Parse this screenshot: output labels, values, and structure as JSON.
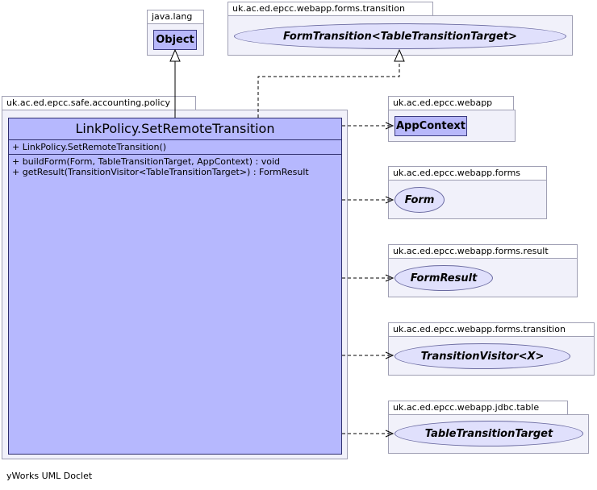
{
  "packages": {
    "java_lang": "java.lang",
    "transition_top": "uk.ac.ed.epcc.webapp.forms.transition",
    "policy": "uk.ac.ed.epcc.safe.accounting.policy",
    "webapp": "uk.ac.ed.epcc.webapp",
    "forms": "uk.ac.ed.epcc.webapp.forms",
    "result": "uk.ac.ed.epcc.webapp.forms.result",
    "transition": "uk.ac.ed.epcc.webapp.forms.transition",
    "jdbc_table": "uk.ac.ed.epcc.webapp.jdbc.table"
  },
  "classes": {
    "object": "Object",
    "form_transition": "FormTransition<TableTransitionTarget>",
    "app_context": "AppContext",
    "form": "Form",
    "form_result": "FormResult",
    "transition_visitor": "TransitionVisitor<X>",
    "table_transition_target": "TableTransitionTarget"
  },
  "main_class": {
    "name": "LinkPolicy.SetRemoteTransition",
    "constructors": [
      "+  LinkPolicy.SetRemoteTransition()"
    ],
    "methods": [
      "+  buildForm(Form, TableTransitionTarget, AppContext) : void",
      "+  getResult(TransitionVisitor<TableTransitionTarget>) : FormResult"
    ]
  },
  "footer": "yWorks UML Doclet",
  "colors": {
    "class_fill": "#b6b8fe",
    "interface_fill": "#e0e0fc",
    "package_fill": "#f1f1fa",
    "line": "#000000"
  }
}
